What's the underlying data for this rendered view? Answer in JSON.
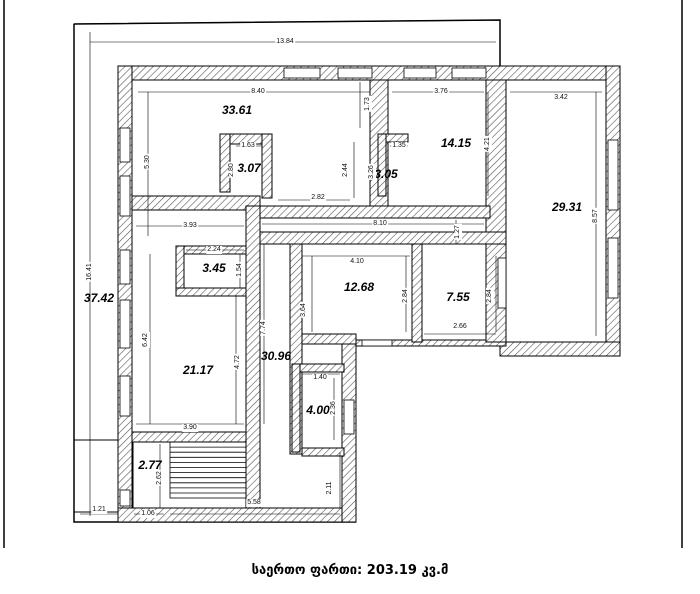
{
  "plan": {
    "total": {
      "label": "საერთო ფართი:",
      "value": "203.19",
      "unit": "კვ.მ"
    },
    "rooms": [
      {
        "id": "room-37",
        "area": "37.42"
      },
      {
        "id": "room-33",
        "area": "33.61"
      },
      {
        "id": "room-307",
        "area": "3.07"
      },
      {
        "id": "room-305",
        "area": "3.05"
      },
      {
        "id": "room-14",
        "area": "14.15"
      },
      {
        "id": "room-29",
        "area": "29.31"
      },
      {
        "id": "room-345",
        "area": "3.45"
      },
      {
        "id": "room-12",
        "area": "12.68"
      },
      {
        "id": "room-755",
        "area": "7.55"
      },
      {
        "id": "room-21",
        "area": "21.17"
      },
      {
        "id": "room-30",
        "area": "30.96"
      },
      {
        "id": "room-400",
        "area": "4.00"
      },
      {
        "id": "room-277",
        "area": "2.77"
      }
    ],
    "dimensions": [
      "13.84",
      "8.40",
      "1.73",
      "3.76",
      "3.42",
      "1.63",
      "2.80",
      "5.30",
      "2.44",
      "1.35",
      "3.26",
      "4.21",
      "8.57",
      "2.82",
      "3.93",
      "8.10",
      "1.27",
      "2.24",
      "1.54",
      "4.10",
      "3.64",
      "2.84",
      "2.84",
      "2.66",
      "7.74",
      "6.42",
      "4.72",
      "1.40",
      "2.36",
      "3.90",
      "16.41",
      "2.62",
      "2.11",
      "5.58",
      "1.21",
      "1.06"
    ]
  }
}
